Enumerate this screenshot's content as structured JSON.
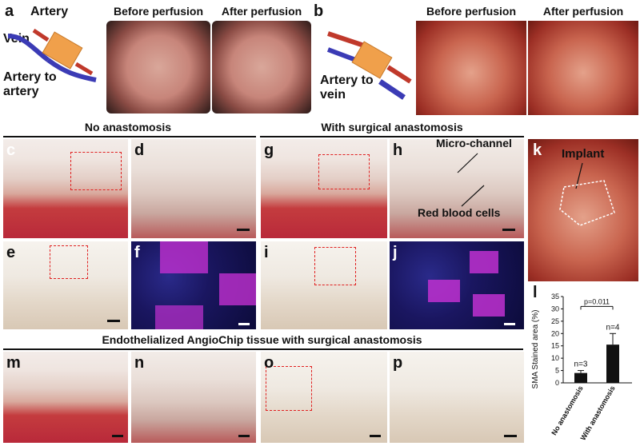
{
  "panel_labels": {
    "a": "a",
    "b": "b",
    "c": "c",
    "d": "d",
    "e": "e",
    "f": "f",
    "g": "g",
    "h": "h",
    "i": "i",
    "j": "j",
    "k": "k",
    "l": "l",
    "m": "m",
    "n": "n",
    "o": "o",
    "p": "p"
  },
  "schematic_a": {
    "artery": "Artery",
    "vein": "Vein",
    "artery_to_artery": "Artery to artery"
  },
  "schematic_b": {
    "artery_to_vein": "Artery to vein"
  },
  "photo_captions": {
    "a_before": "Before perfusion",
    "a_after": "After perfusion",
    "b_before": "Before perfusion",
    "b_after": "After perfusion"
  },
  "section_headers": {
    "no_anastomosis": "No anastomosis",
    "with_surgical": "With surgical anastomosis",
    "endothelialized": "Endothelialized AngioChip tissue with surgical anastomosis"
  },
  "annotations": {
    "micro_channel": "Micro-channel",
    "red_blood_cells": "Red blood cells",
    "implant": "Implant"
  },
  "chart_data": {
    "type": "bar",
    "categories": [
      "No anastomosis",
      "With anastomosis"
    ],
    "values": [
      4,
      15.5
    ],
    "errors": [
      1,
      4.5
    ],
    "ylabel": "SMA Stained area (%)",
    "ylim": [
      0,
      35
    ],
    "yticks": [
      0,
      5,
      10,
      15,
      20,
      25,
      30,
      35
    ],
    "n_labels": [
      "n=3",
      "n=4"
    ],
    "pvalue": "p=0.011",
    "bar_color": "#111111"
  }
}
